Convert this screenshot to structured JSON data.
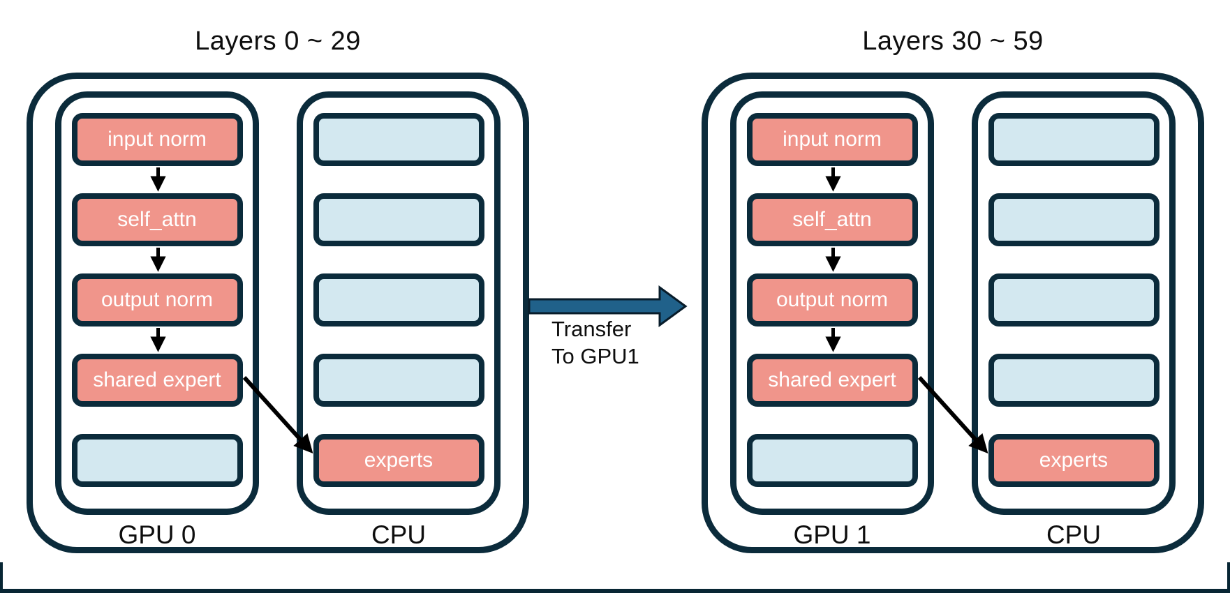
{
  "diagram": "MoE layer placement with GPU/CPU offloading pipeline",
  "colors": {
    "background": "#ffffff",
    "outline_navy": "#0b2b3b",
    "active_box_fill": "#f0958b",
    "idle_box_fill": "#d3e8f0",
    "box_text": "#ffffff",
    "flow_arrow_black": "#000000",
    "transfer_arrow_fill": "#20618a",
    "transfer_arrow_stroke": "#081c2a",
    "title_text": "#0e0e0e",
    "bottom_bar": "#082634"
  },
  "groups": [
    {
      "title": "Layers 0 ~ 29",
      "columns": [
        {
          "label": "GPU 0",
          "boxes": [
            {
              "label": "input norm",
              "type": "active"
            },
            {
              "label": "self_attn",
              "type": "active"
            },
            {
              "label": "output norm",
              "type": "active"
            },
            {
              "label": "shared expert",
              "type": "active"
            },
            {
              "label": "",
              "type": "idle"
            }
          ]
        },
        {
          "label": "CPU",
          "boxes": [
            {
              "label": "",
              "type": "idle"
            },
            {
              "label": "",
              "type": "idle"
            },
            {
              "label": "",
              "type": "idle"
            },
            {
              "label": "",
              "type": "idle"
            },
            {
              "label": "experts",
              "type": "active"
            }
          ]
        }
      ]
    },
    {
      "title": "Layers 30 ~ 59",
      "columns": [
        {
          "label": "GPU 1",
          "boxes": [
            {
              "label": "input norm",
              "type": "active"
            },
            {
              "label": "self_attn",
              "type": "active"
            },
            {
              "label": "output norm",
              "type": "active"
            },
            {
              "label": "shared expert",
              "type": "active"
            },
            {
              "label": "",
              "type": "idle"
            }
          ]
        },
        {
          "label": "CPU",
          "boxes": [
            {
              "label": "",
              "type": "idle"
            },
            {
              "label": "",
              "type": "idle"
            },
            {
              "label": "",
              "type": "idle"
            },
            {
              "label": "",
              "type": "idle"
            },
            {
              "label": "experts",
              "type": "active"
            }
          ]
        }
      ]
    }
  ],
  "transfer": {
    "label_line1": "Transfer",
    "label_line2": "To GPU1"
  }
}
